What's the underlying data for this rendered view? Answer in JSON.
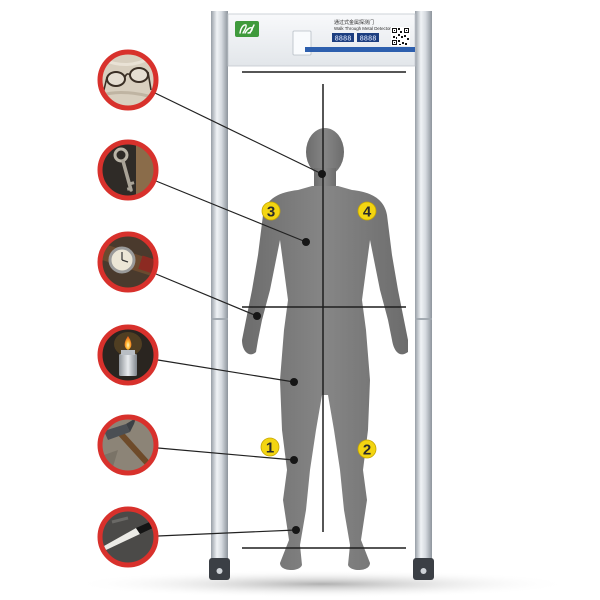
{
  "header": {
    "title_cn": "通过式金属探测门",
    "title_en": "Walk Through Metal Detector",
    "display_left": "8888",
    "display_right": "8888"
  },
  "zones": [
    {
      "label": "3"
    },
    {
      "label": "4"
    },
    {
      "label": "1"
    },
    {
      "label": "2"
    }
  ],
  "detected_items": [
    {
      "icon": "glasses-icon"
    },
    {
      "icon": "key-icon"
    },
    {
      "icon": "watch-icon"
    },
    {
      "icon": "lighter-icon"
    },
    {
      "icon": "hammer-icon"
    },
    {
      "icon": "knife-icon"
    }
  ],
  "colors": {
    "ring": "#d8312c",
    "zone_badge": "#f3d511",
    "silhouette": "#7a7a7a",
    "header_stripe": "#2d5fae",
    "logo": "#3f9a3c"
  }
}
